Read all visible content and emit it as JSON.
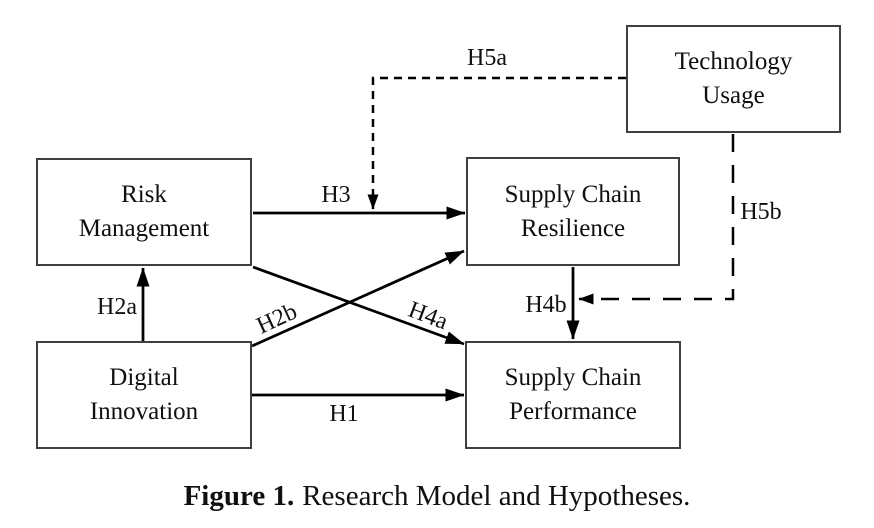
{
  "figure": {
    "caption_label": "Figure 1.",
    "caption_text": "Research Model and Hypotheses."
  },
  "boxes": {
    "risk_management": {
      "line1": "Risk",
      "line2": "Management"
    },
    "digital_innovation": {
      "line1": "Digital",
      "line2": "Innovation"
    },
    "technology_usage": {
      "line1": "Technology",
      "line2": "Usage"
    },
    "supply_chain_resilience": {
      "line1": "Supply Chain",
      "line2": "Resilience"
    },
    "supply_chain_performance": {
      "line1": "Supply Chain",
      "line2": "Performance"
    }
  },
  "hypotheses": {
    "h1": "H1",
    "h2a": "H2a",
    "h2b": "H2b",
    "h3": "H3",
    "h4a": "H4a",
    "h4b": "H4b",
    "h5a": "H5a",
    "h5b": "H5b"
  },
  "edges": [
    {
      "id": "H1",
      "from": "Digital Innovation",
      "to": "Supply Chain Performance",
      "style": "solid"
    },
    {
      "id": "H2a",
      "from": "Digital Innovation",
      "to": "Risk Management",
      "style": "solid"
    },
    {
      "id": "H2b",
      "from": "Digital Innovation",
      "to": "Supply Chain Resilience",
      "style": "solid"
    },
    {
      "id": "H3",
      "from": "Risk Management",
      "to": "Supply Chain Resilience",
      "style": "solid"
    },
    {
      "id": "H4a",
      "from": "Risk Management",
      "to": "Supply Chain Performance",
      "style": "solid"
    },
    {
      "id": "H4b",
      "from": "Supply Chain Resilience",
      "to": "Supply Chain Performance",
      "style": "solid"
    },
    {
      "id": "H5a",
      "from": "Technology Usage",
      "to": "H3 path (Risk Management to Supply Chain Resilience)",
      "style": "dashed"
    },
    {
      "id": "H5b",
      "from": "Technology Usage",
      "to": "H4b path (Supply Chain Resilience to Supply Chain Performance)",
      "style": "dashed"
    }
  ],
  "colors": {
    "background": "#ffffff",
    "box_border": "#3f3f3f",
    "arrow_line": "#000000",
    "text": "#101010"
  }
}
